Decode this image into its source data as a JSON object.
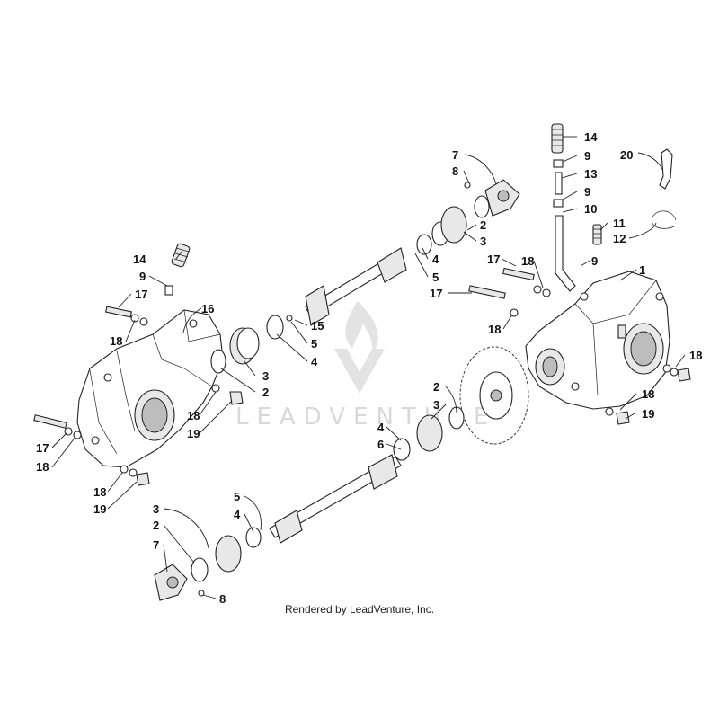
{
  "footer": {
    "credit": "Rendered by LeadVenture, Inc."
  },
  "watermark": {
    "text": "LEADVENTURE"
  },
  "callouts": [
    {
      "num": "1"
    },
    {
      "num": "2"
    },
    {
      "num": "3"
    },
    {
      "num": "4"
    },
    {
      "num": "5"
    },
    {
      "num": "6"
    },
    {
      "num": "7"
    },
    {
      "num": "8"
    },
    {
      "num": "9"
    },
    {
      "num": "10"
    },
    {
      "num": "11"
    },
    {
      "num": "12"
    },
    {
      "num": "13"
    },
    {
      "num": "14"
    },
    {
      "num": "15"
    },
    {
      "num": "16"
    },
    {
      "num": "17"
    },
    {
      "num": "18"
    },
    {
      "num": "19"
    },
    {
      "num": "20"
    }
  ]
}
